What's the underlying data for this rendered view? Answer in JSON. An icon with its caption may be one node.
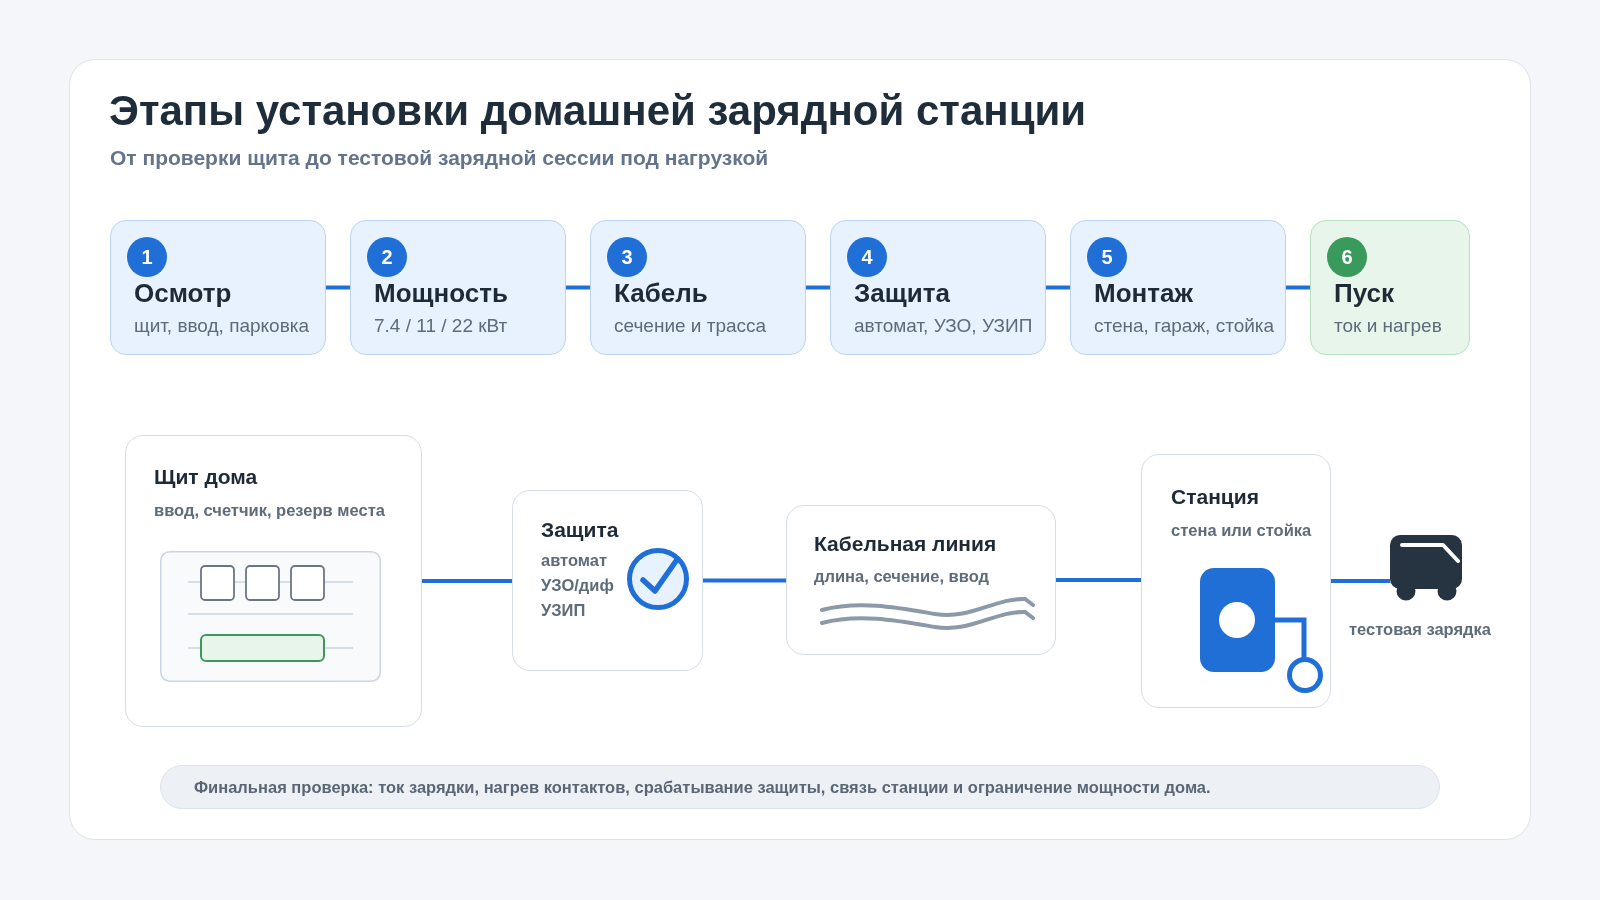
{
  "diagram": {
    "title": "Этапы установки домашней зарядной станции",
    "nodes": [
      {
        "text": [
          "Осмотр",
          "щит, ввод, парковка"
        ]
      },
      {
        "text": [
          "1"
        ],
        "in": 0
      },
      {
        "text": [
          "Мощность",
          "7.4 / 11 / 22 кВт"
        ]
      },
      {
        "text": [
          "2"
        ],
        "in": 2
      },
      {
        "text": [
          "Кабель",
          "сечение и трасса"
        ]
      },
      {
        "text": [
          "3"
        ],
        "in": 4
      },
      {
        "text": [
          "Защита",
          "автомат, УЗО, УЗИП"
        ]
      },
      {
        "text": [
          "4"
        ],
        "in": 6
      },
      {
        "text": [
          "Монтаж",
          "стена, гараж, стойка"
        ]
      },
      {
        "text": [
          "5"
        ],
        "in": 8
      },
      {
        "text": [
          "Пуск",
          "ток и нагрев"
        ]
      },
      {
        "text": [
          "6"
        ],
        "in": 10
      },
      {
        "text": [
          "Щит дома",
          "ввод, счетчик, резерв места"
        ]
      },
      {
        "text": [
          "Защита",
          "автомат",
          "УЗО/диф",
          "УЗИП"
        ]
      },
      {
        "text": [
          "Кабельная линия",
          "длина, сечение, ввод"
        ]
      },
      {
        "text": [
          "Станция",
          "стена или стойка"
        ]
      },
      {
        "text": [],
        "shape": "picture",
        "beside": [
          "тестовая зарядка"
        ]
      },
      {
        "text": [
          "Финальная проверка: ток зарядки, нагрев контактов, срабатывание защиты, связь станции и ограничение мощности дома."
        ]
      }
    ],
    "edges": [
      {
        "from": 0,
        "to": 2,
        "arrow": "none"
      },
      {
        "from": 2,
        "to": 4,
        "arrow": "none"
      },
      {
        "from": 4,
        "to": 6,
        "arrow": "none"
      },
      {
        "from": 6,
        "to": 8,
        "arrow": "none"
      },
      {
        "from": 8,
        "to": 10,
        "arrow": "none"
      },
      {
        "from": 12,
        "to": 13,
        "arrow": "none"
      },
      {
        "from": 13,
        "to": 14,
        "arrow": "none"
      },
      {
        "from": 14,
        "to": 15,
        "arrow": "none"
      },
      {
        "from": 15,
        "to": 16,
        "arrow": "none"
      }
    ],
    "labels": [
      "От проверки щита до тестовой зарядной сессии под нагрузкой"
    ]
  }
}
